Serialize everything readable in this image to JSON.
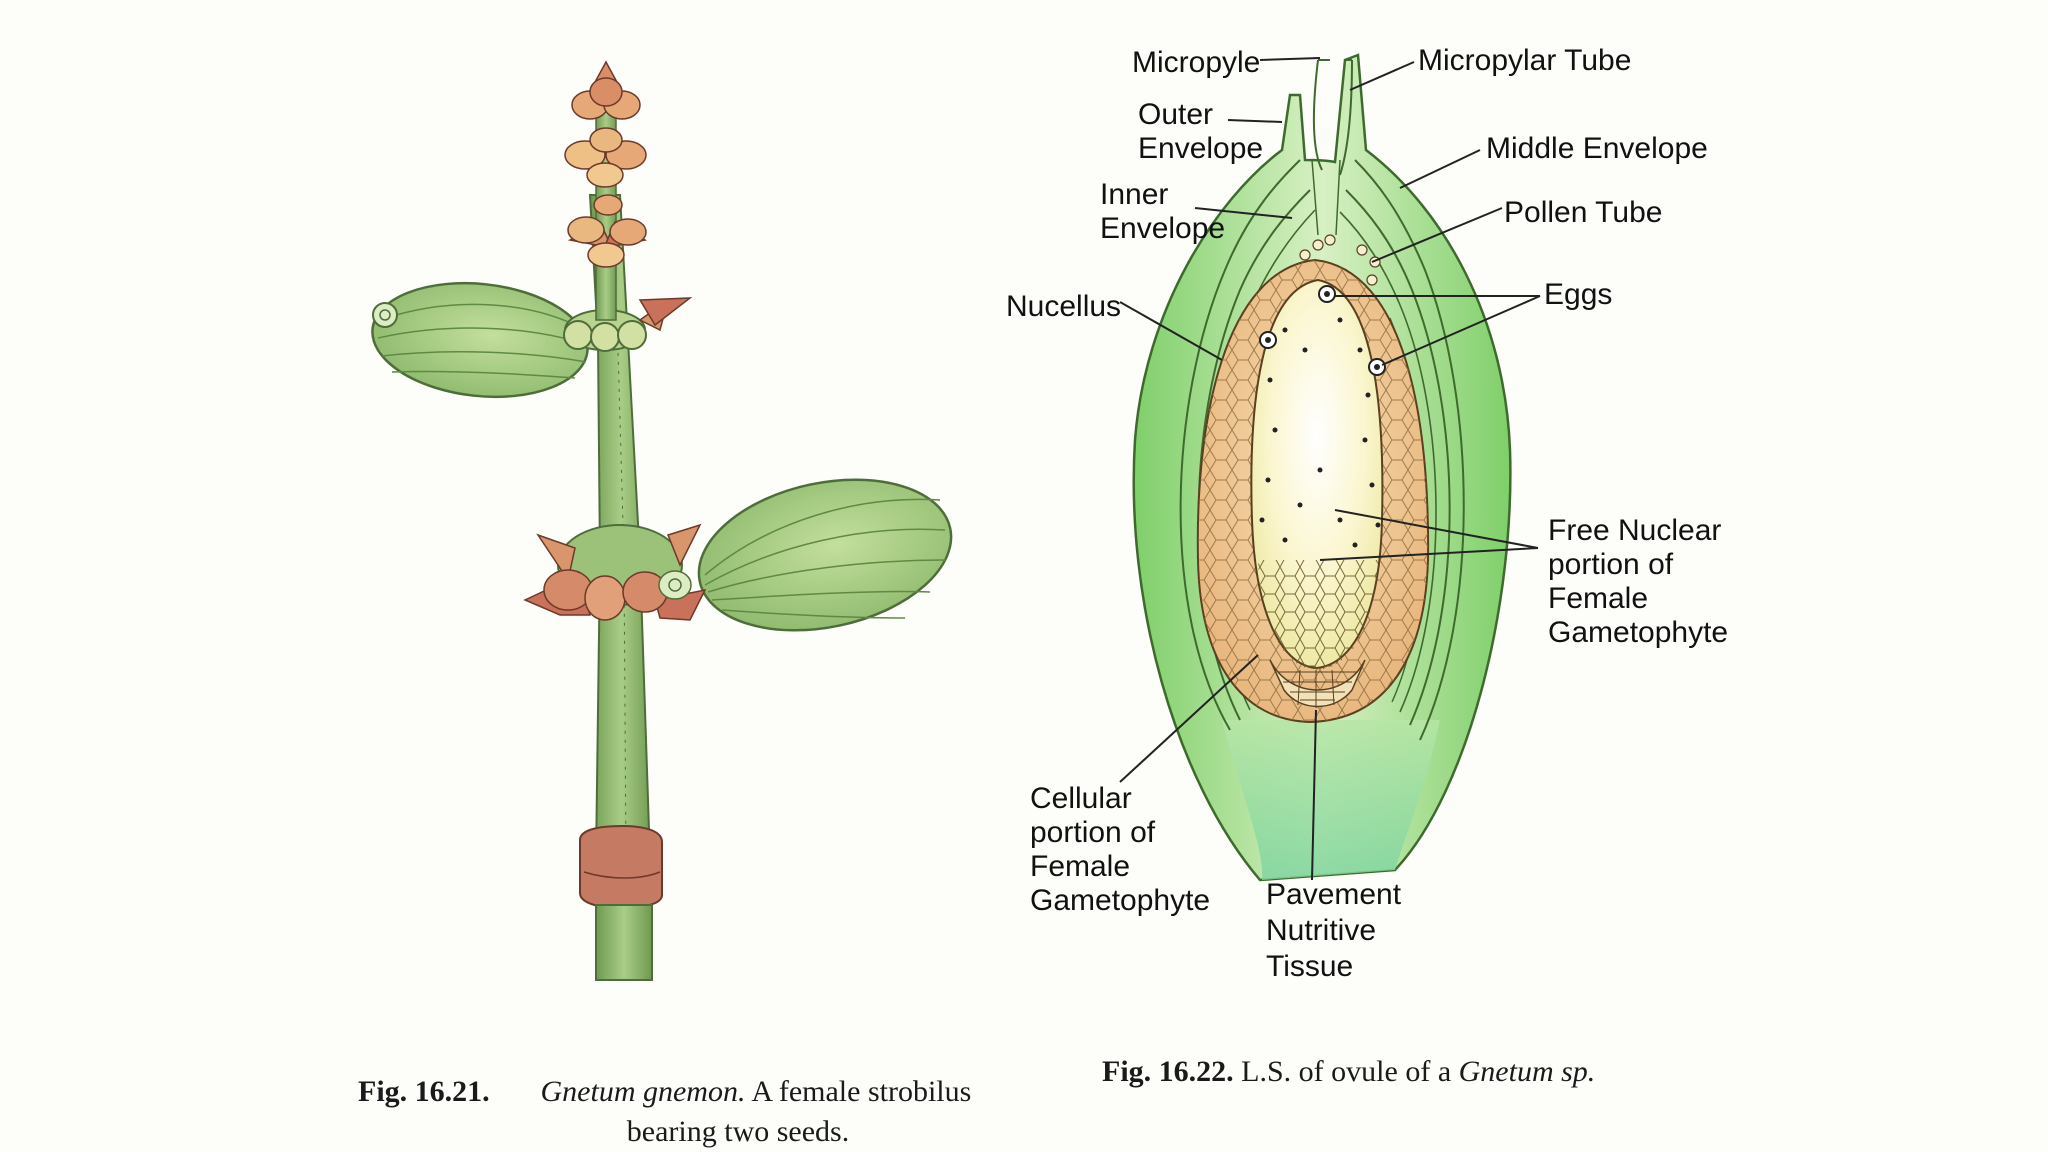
{
  "figure_left": {
    "caption": {
      "number": "Fig. 16.21.",
      "species": "Gnetum gnemon.",
      "text_line1": "A female strobilus",
      "text_line2": "bearing two seeds."
    }
  },
  "figure_right": {
    "caption": {
      "number": "Fig. 16.22.",
      "text": "L.S. of ovule of a",
      "species": "Gnetum sp."
    },
    "labels": {
      "micropyle": "Micropyle",
      "micropylar_tube": "Micropylar Tube",
      "outer_envelope_1": "Outer",
      "outer_envelope_2": "Envelope",
      "middle_envelope": "Middle Envelope",
      "inner_envelope_1": "Inner",
      "inner_envelope_2": "Envelope",
      "pollen_tube": "Pollen Tube",
      "nucellus": "Nucellus",
      "eggs": "Eggs",
      "free_nuclear_1": "Free Nuclear",
      "free_nuclear_2": "portion of",
      "free_nuclear_3": "Female",
      "free_nuclear_4": "Gametophyte",
      "cellular_1": "Cellular",
      "cellular_2": "portion of",
      "cellular_3": "Female",
      "cellular_4": "Gametophyte",
      "pavement_1": "Pavement",
      "pavement_2": "Nutritive",
      "pavement_3": "Tissue"
    }
  },
  "colors": {
    "stem_green": "#9cc27a",
    "seed_green": "#a8cf7e",
    "bract_red": "#c9715a",
    "bud_orange": "#e6a877",
    "ovule_green": "#8fd67a",
    "nucellus_orange": "#efc48f",
    "gametophyte_cream": "#fbf6cf"
  }
}
